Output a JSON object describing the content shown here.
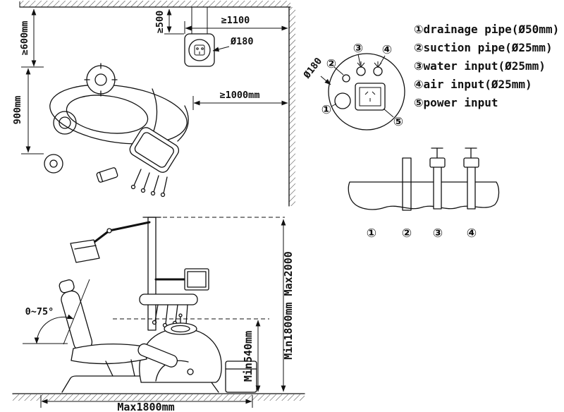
{
  "colors": {
    "ink": "#111111",
    "background": "#ffffff"
  },
  "legend": {
    "items": [
      "①drainage pipe(Ø50mm)",
      "②suction pipe(Ø25mm)",
      "③water input(Ø25mm)",
      "④air input(Ø25mm)",
      "⑤power input"
    ]
  },
  "top_view": {
    "dim_wall_left": "≥600mm",
    "dim_chair_width": "900mm",
    "dim_wall_box": "≥500",
    "dim_box_wall": "≥1100",
    "dim_box_dia": "Ø180",
    "dim_chair_wall": "≥1000mm"
  },
  "detail": {
    "dia": "Ø180",
    "n1": "①",
    "n2": "②",
    "n3": "③",
    "n4": "④",
    "n5": "⑤"
  },
  "section": {
    "n1": "①",
    "n2": "②",
    "n3": "③",
    "n4": "④"
  },
  "side_view": {
    "angle": "0~75°",
    "dim_height": "Min1800mm  Max2000",
    "dim_seat": "Min540mm",
    "dim_width": "Max1800mm"
  }
}
